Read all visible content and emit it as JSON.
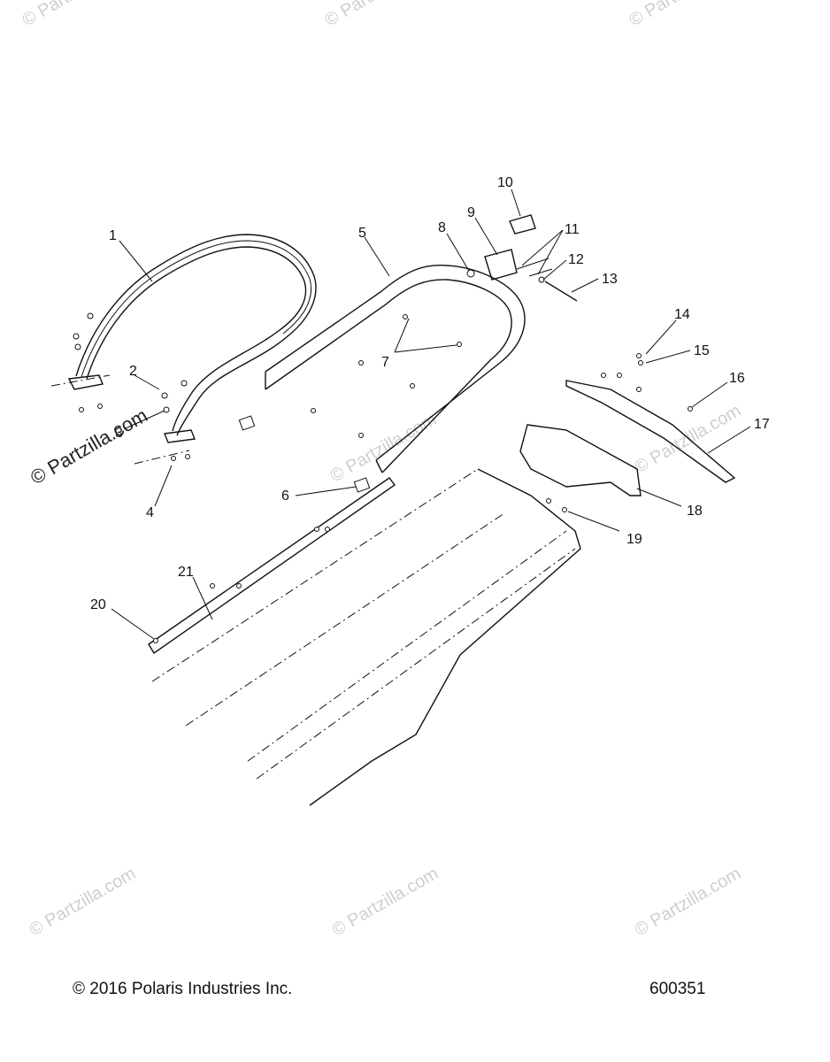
{
  "watermark": {
    "text": "© Partzilla.com",
    "brand": "© Partzilla.com"
  },
  "callouts": [
    {
      "id": "1",
      "label": "1"
    },
    {
      "id": "2",
      "label": "2"
    },
    {
      "id": "3",
      "label": "3"
    },
    {
      "id": "4",
      "label": "4"
    },
    {
      "id": "5",
      "label": "5"
    },
    {
      "id": "6",
      "label": "6"
    },
    {
      "id": "7",
      "label": "7"
    },
    {
      "id": "8",
      "label": "8"
    },
    {
      "id": "9",
      "label": "9"
    },
    {
      "id": "10",
      "label": "10"
    },
    {
      "id": "11",
      "label": "11"
    },
    {
      "id": "12",
      "label": "12"
    },
    {
      "id": "13",
      "label": "13"
    },
    {
      "id": "14",
      "label": "14"
    },
    {
      "id": "15",
      "label": "15"
    },
    {
      "id": "16",
      "label": "16"
    },
    {
      "id": "17",
      "label": "17"
    },
    {
      "id": "18",
      "label": "18"
    },
    {
      "id": "19",
      "label": "19"
    },
    {
      "id": "20",
      "label": "20"
    },
    {
      "id": "21",
      "label": "21"
    }
  ],
  "footer": {
    "copyright": "© 2016 Polaris Industries Inc.",
    "diagram_number": "600351"
  },
  "colors": {
    "line": "#111111",
    "watermark": "#cfcfcf",
    "background": "#ffffff"
  }
}
